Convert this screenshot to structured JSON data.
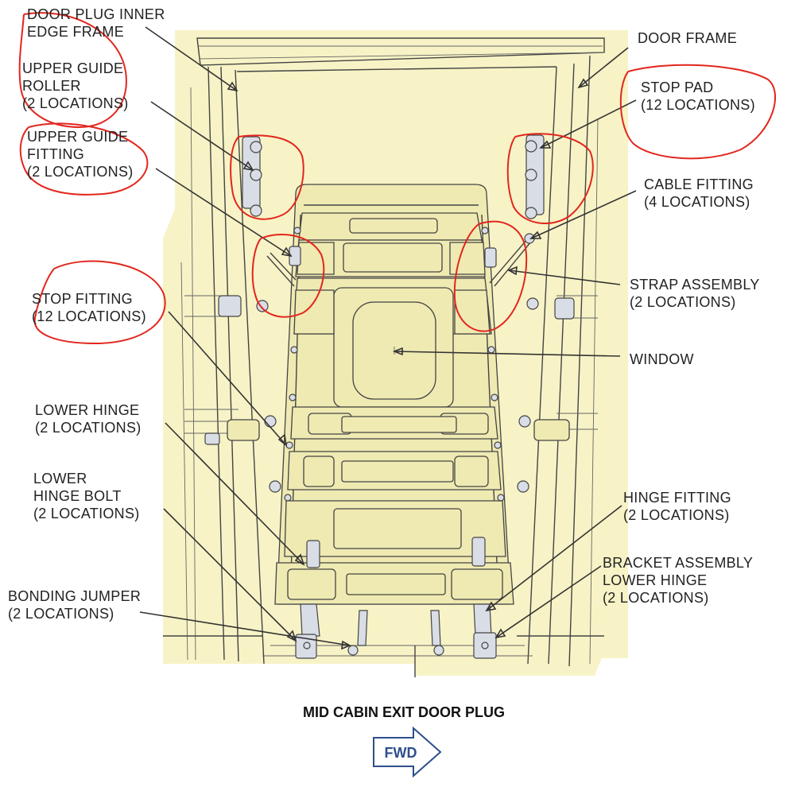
{
  "labels": {
    "door_plug_inner_edge_frame": [
      "DOOR PLUG INNER",
      "EDGE FRAME"
    ],
    "upper_guide_roller": [
      "UPPER GUIDE",
      "ROLLER",
      "(2 LOCATIONS)"
    ],
    "upper_guide_fitting": [
      "UPPER GUIDE",
      "FITTING",
      "(2 LOCATIONS)"
    ],
    "stop_fitting": [
      "STOP FITTING",
      "(12 LOCATIONS)"
    ],
    "lower_hinge": [
      "LOWER HINGE",
      "(2 LOCATIONS)"
    ],
    "lower_hinge_bolt": [
      "LOWER",
      "HINGE BOLT",
      "(2 LOCATIONS)"
    ],
    "bonding_jumper": [
      "BONDING JUMPER",
      "(2 LOCATIONS)"
    ],
    "door_frame": [
      "DOOR FRAME"
    ],
    "stop_pad": [
      "STOP PAD",
      "(12 LOCATIONS)"
    ],
    "cable_fitting": [
      "CABLE FITTING",
      "(4 LOCATIONS)"
    ],
    "strap_assembly": [
      "STRAP ASSEMBLY",
      "(2 LOCATIONS)"
    ],
    "window": [
      "WINDOW"
    ],
    "hinge_fitting": [
      "HINGE FITTING",
      "(2 LOCATIONS)"
    ],
    "bracket_assembly_lower_hinge": [
      "BRACKET ASSEMBLY",
      "LOWER HINGE",
      "(2 LOCATIONS)"
    ]
  },
  "caption": "MID CABIN EXIT DOOR PLUG",
  "direction_arrow": "FWD",
  "colors": {
    "background_fill": "#f7f3c6",
    "door_fill": "#efeab2",
    "annotation_circles": "#e2261e",
    "fwd_arrow": "#2d4f8a"
  }
}
